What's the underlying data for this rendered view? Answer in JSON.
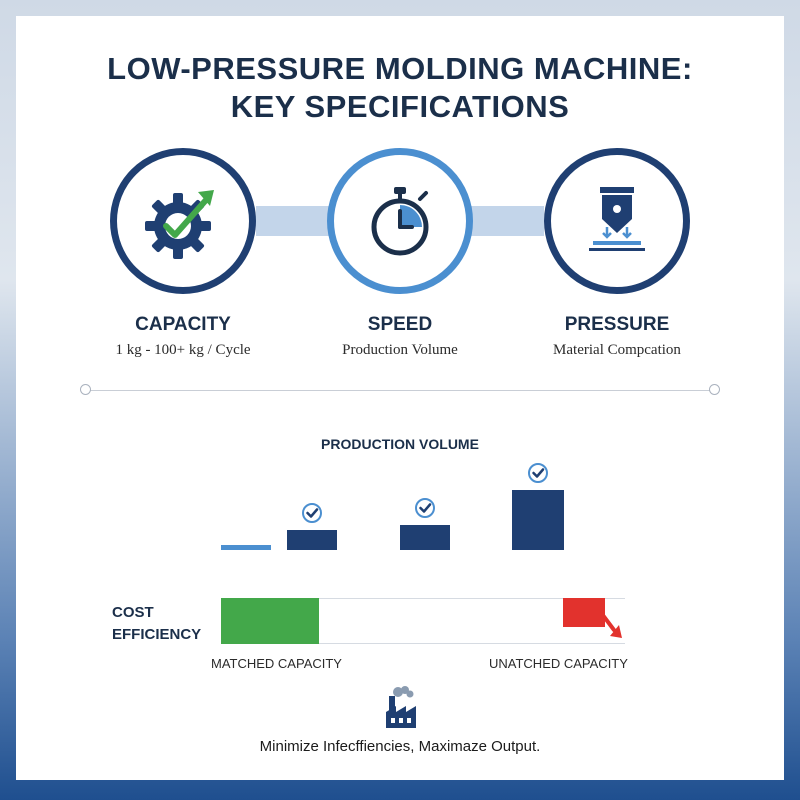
{
  "title": {
    "line1": "LOW-PRESSURE MOLDING MACHINE:",
    "line2": "KEY SPECIFICATIONS"
  },
  "features": [
    {
      "icon": "gear-check-arrow-icon",
      "title": "CAPACITY",
      "subtitle": "1 kg - 100+ kg / Cycle"
    },
    {
      "icon": "stopwatch-icon",
      "title": "SPEED",
      "subtitle": "Production Volume"
    },
    {
      "icon": "press-icon",
      "title": "PRESSURE",
      "subtitle": "Material Compcation"
    }
  ],
  "chart_data": {
    "type": "bar",
    "title": "PRODUCTION VOLUME",
    "categories": [
      "",
      "",
      "",
      ""
    ],
    "values": [
      1,
      4,
      5,
      12
    ],
    "checkmarks": [
      false,
      true,
      true,
      true
    ],
    "colors": [
      "#4b8fd0",
      "#1f3f72",
      "#1f3f72",
      "#1f3f72"
    ]
  },
  "cost_efficiency": {
    "label_line1": "COST",
    "label_line2": "EFFICIENCY",
    "matched_label": "MATCHED CAPACITY",
    "unmatched_label": "UNATCHED CAPACITY",
    "matched_color": "#43a84a",
    "unmatched_color": "#e2322d"
  },
  "footer": {
    "icon": "factory-icon",
    "text": "Minimize Infecffiencies, Maximaze Output."
  },
  "colors": {
    "navy": "#1f3f72",
    "blue": "#4b8fd0",
    "green": "#43a84a",
    "red": "#e2322d"
  }
}
